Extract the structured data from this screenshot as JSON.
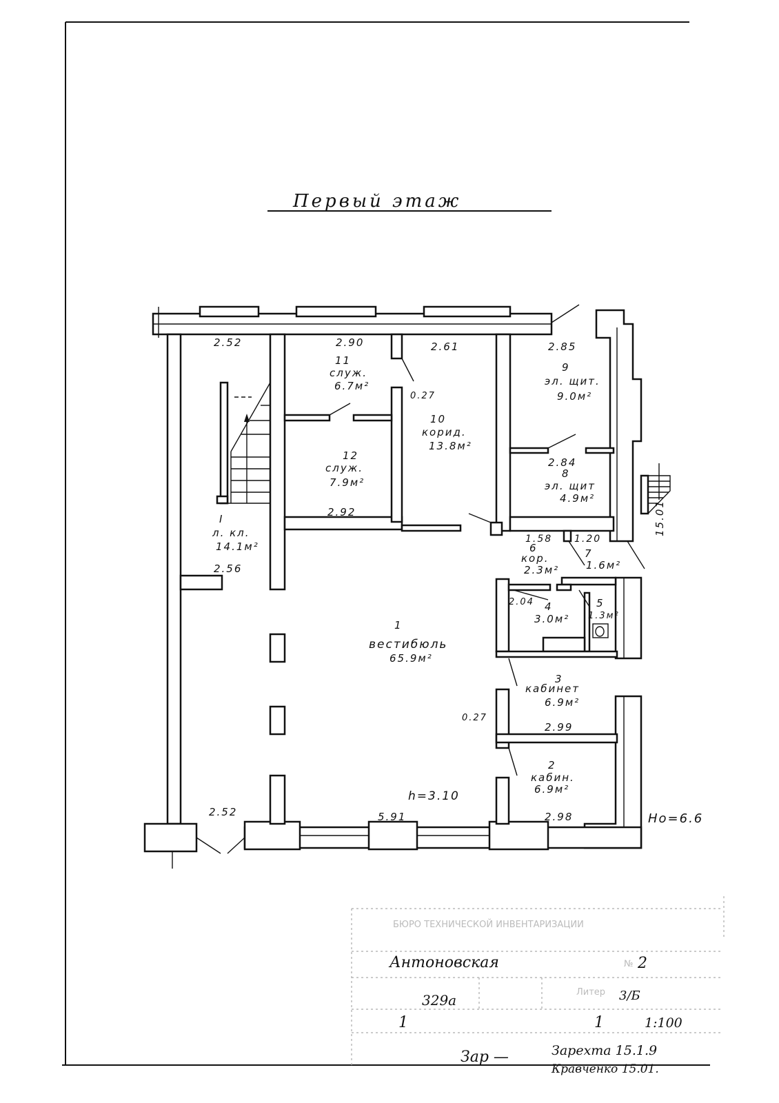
{
  "title": "Первый этаж",
  "rooms": [
    {
      "num": "I",
      "name": "л. кл.",
      "area": "14.1м²",
      "heights": [
        "2.52",
        "2.56"
      ]
    },
    {
      "num": "1",
      "name": "вестибюль",
      "area": "65.9м²"
    },
    {
      "num": "2",
      "name": "кабин.",
      "area": "6.9м²"
    },
    {
      "num": "3",
      "name": "кабинет",
      "area": "6.9м²"
    },
    {
      "num": "4",
      "name": "",
      "area": "3.0м²"
    },
    {
      "num": "5",
      "name": "",
      "area": "1.3м²"
    },
    {
      "num": "6",
      "name": "кор.",
      "area": "2.3м²"
    },
    {
      "num": "7",
      "name": "",
      "area": "1.6м²"
    },
    {
      "num": "8",
      "name": "эл. щит",
      "area": "4.9м²"
    },
    {
      "num": "9",
      "name": "эл. щит.",
      "area": "9.0м²"
    },
    {
      "num": "10",
      "name": "корид.",
      "area": "13.8м²"
    },
    {
      "num": "11",
      "name": "служ.",
      "area": "6.7м²"
    },
    {
      "num": "12",
      "name": "служ.",
      "area": "7.9м²"
    }
  ],
  "dimensions": {
    "d_252_top": "2.52",
    "d_290": "2.90",
    "d_261": "2.61",
    "d_285": "2.85",
    "d_027_a": "0.27",
    "d_284": "2.84",
    "d_292": "2.92",
    "d_256": "2.56",
    "d_158": "1.58",
    "d_120": "1.20",
    "d_1501": "15.01",
    "d_204": "2.04",
    "d_027_b": "0.27",
    "d_299": "2.99",
    "d_298": "2.98",
    "d_591": "5.91",
    "d_252_bottom": "2.52",
    "height": "h=3.10",
    "mark": "Hо=6.6"
  },
  "stamp": {
    "header": "БЮРО ТЕХНИЧЕСКОЙ ИНВЕНТАРИЗАЦИИ",
    "street": "Антоновская",
    "house_no": "2",
    "block": "329а",
    "liter": "3/Б",
    "sheet": "1",
    "sheets": "1",
    "scale": "1:100",
    "mid_note": "Зар —",
    "sign1": "Зарехта 15.1.9",
    "sign2": "Кравченко 15.01."
  }
}
